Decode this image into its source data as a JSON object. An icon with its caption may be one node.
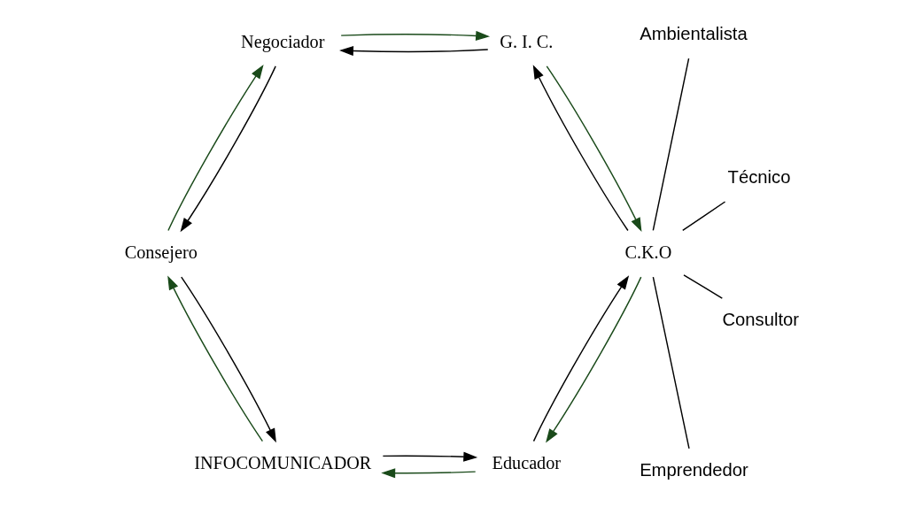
{
  "diagram": {
    "nodes": [
      {
        "text": [
          "G. I. C."
        ]
      },
      {
        "text": [
          "C.K.O"
        ]
      },
      {
        "text": [
          "Educador"
        ]
      },
      {
        "text": [
          "INFOCOMUNICADOR"
        ]
      },
      {
        "text": [
          "Consejero"
        ]
      },
      {
        "text": [
          "Negociador"
        ]
      },
      {
        "text": [
          "Emprendedor"
        ]
      },
      {
        "text": [
          "Consultor"
        ]
      },
      {
        "text": [
          "Técnico"
        ]
      },
      {
        "text": [
          "Ambientalista"
        ]
      }
    ],
    "edges": [
      {
        "from": 0,
        "to": 1,
        "arrow": "to",
        "color": "#1a4a1a"
      },
      {
        "from": 1,
        "to": 0,
        "arrow": "to"
      },
      {
        "from": 1,
        "to": 2,
        "arrow": "to",
        "color": "#1a4a1a"
      },
      {
        "from": 2,
        "to": 1,
        "arrow": "to"
      },
      {
        "from": 2,
        "to": 3,
        "arrow": "to",
        "color": "#1a4a1a"
      },
      {
        "from": 3,
        "to": 2,
        "arrow": "to"
      },
      {
        "from": 3,
        "to": 4,
        "arrow": "to",
        "color": "#1a4a1a"
      },
      {
        "from": 4,
        "to": 3,
        "arrow": "to"
      },
      {
        "from": 4,
        "to": 5,
        "arrow": "to",
        "color": "#1a4a1a"
      },
      {
        "from": 5,
        "to": 4,
        "arrow": "to"
      },
      {
        "from": 5,
        "to": 0,
        "arrow": "to",
        "color": "#1a4a1a"
      },
      {
        "from": 0,
        "to": 5,
        "arrow": "to"
      },
      {
        "from": 1,
        "to": 6,
        "arrow": "none"
      },
      {
        "from": 1,
        "to": 7,
        "arrow": "none"
      },
      {
        "from": 1,
        "to": 8,
        "arrow": "none"
      },
      {
        "from": 1,
        "to": 9,
        "arrow": "none"
      }
    ]
  }
}
